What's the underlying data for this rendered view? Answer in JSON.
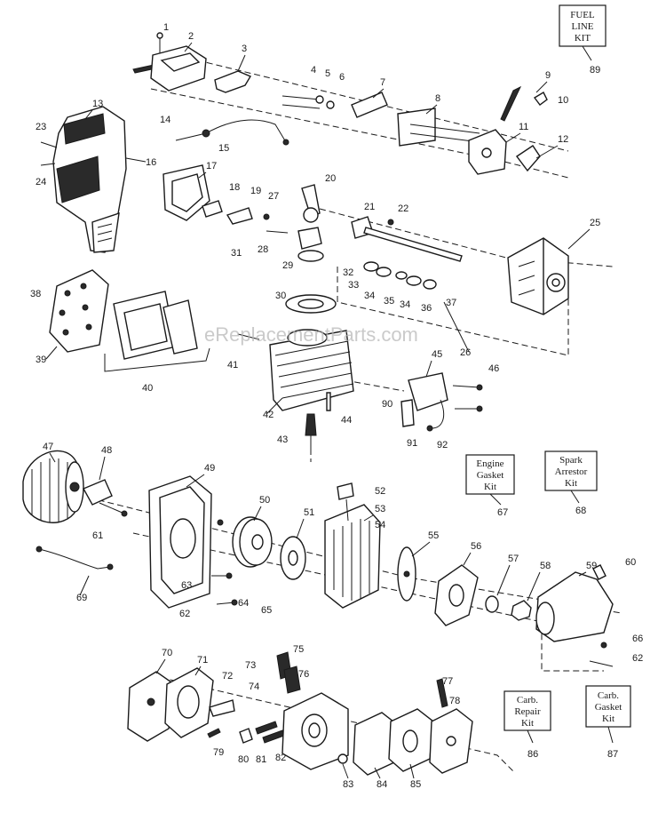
{
  "watermark": "eReplacementParts.com",
  "kits": {
    "fuel_line": {
      "line1": "FUEL",
      "line2": "LINE",
      "line3": "KIT",
      "number": "89"
    },
    "engine_gasket": {
      "line1": "Engine",
      "line2": "Gasket",
      "line3": "Kit",
      "number": "67"
    },
    "spark_arrestor": {
      "line1": "Spark",
      "line2": "Arrestor",
      "line3": "Kit",
      "number": "68"
    },
    "carb_repair": {
      "line1": "Carb.",
      "line2": "Repair",
      "line3": "Kit",
      "number": "86"
    },
    "carb_gasket": {
      "line1": "Carb.",
      "line2": "Gasket",
      "line3": "Kit",
      "number": "87"
    }
  },
  "callouts": {
    "n1": "1",
    "n2": "2",
    "n3": "3",
    "n4": "4",
    "n5": "5",
    "n6": "6",
    "n7": "7",
    "n8": "8",
    "n9": "9",
    "n10": "10",
    "n11": "11",
    "n12": "12",
    "n13": "13",
    "n14": "14",
    "n15": "15",
    "n16": "16",
    "n17": "17",
    "n18": "18",
    "n19": "19",
    "n20": "20",
    "n21": "21",
    "n22": "22",
    "n23": "23",
    "n24": "24",
    "n25": "25",
    "n26": "26",
    "n27": "27",
    "n28": "28",
    "n29": "29",
    "n30": "30",
    "n31": "31",
    "n32": "32",
    "n33": "33",
    "n34a": "34",
    "n34b": "34",
    "n35": "35",
    "n36": "36",
    "n37": "37",
    "n38": "38",
    "n39": "39",
    "n40": "40",
    "n41": "41",
    "n42": "42",
    "n43": "43",
    "n44": "44",
    "n45": "45",
    "n46": "46",
    "n47": "47",
    "n48": "48",
    "n49": "49",
    "n50": "50",
    "n51": "51",
    "n52": "52",
    "n53": "53",
    "n54": "54",
    "n55": "55",
    "n56": "56",
    "n57": "57",
    "n58": "58",
    "n59": "59",
    "n60": "60",
    "n61": "61",
    "n62a": "62",
    "n62b": "62",
    "n63": "63",
    "n64": "64",
    "n65": "65",
    "n66": "66",
    "n69": "69",
    "n70": "70",
    "n71": "71",
    "n72": "72",
    "n73": "73",
    "n74": "74",
    "n75": "75",
    "n76": "76",
    "n77": "77",
    "n78": "78",
    "n79": "79",
    "n80": "80",
    "n81": "81",
    "n82": "82",
    "n83": "83",
    "n84": "84",
    "n85": "85",
    "n90": "90",
    "n91": "91",
    "n92": "92"
  }
}
